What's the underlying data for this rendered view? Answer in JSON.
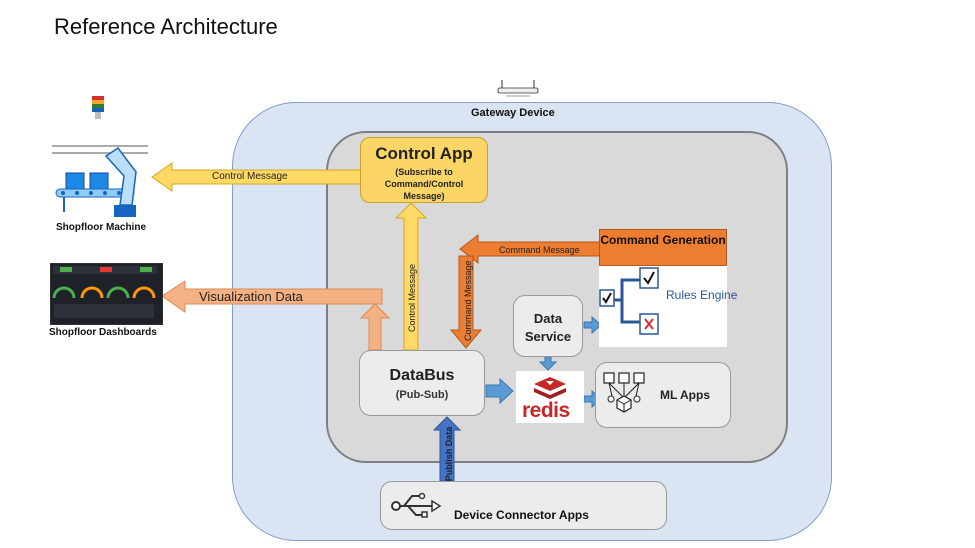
{
  "title": "Reference Architecture",
  "gateway": {
    "label": "Gateway Device"
  },
  "control_app": {
    "title": "Control App",
    "subtitle": "(Subscribe to Command/Control Message)"
  },
  "databus": {
    "title": "DataBus",
    "subtitle": "(Pub-Sub)"
  },
  "data_service": {
    "label": "Data Service"
  },
  "command_generation": {
    "label": "Command Generation"
  },
  "rules_engine": {
    "label": "Rules Engine"
  },
  "redis": {
    "label": "redis"
  },
  "ml_apps": {
    "label": "ML Apps"
  },
  "device_connector": {
    "label": "Device Connector Apps"
  },
  "shopfloor_machine": {
    "label": "Shopfloor Machine"
  },
  "shopfloor_dashboards": {
    "label": "Shopfloor Dashboards"
  },
  "edges": {
    "control_message_h": "Control Message",
    "visualization_data": "Visualization Data",
    "command_message_h": "Command Message",
    "control_message_v": "Control Message",
    "command_message_v": "Command Message",
    "publish_data": "Publish Data"
  },
  "colors": {
    "gateway_fill": "#dbe4f3",
    "inner_fill": "#d9d9d9",
    "control_app": "#fcd567",
    "command_generation": "#ed7d31",
    "visualization_arrow": "#f4b183",
    "command_arrow": "#ed7d31",
    "control_arrow": "#ffd966",
    "data_arrow": "#5b9bd5",
    "publish_arrow": "#4472c4"
  }
}
